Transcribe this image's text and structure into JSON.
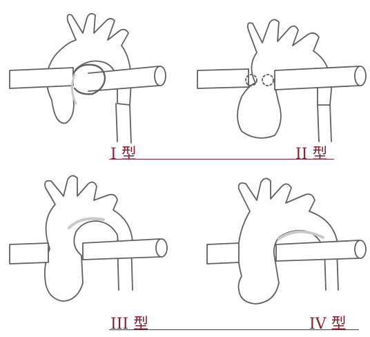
{
  "labels": {
    "type1": "I 型",
    "type2": "II 型",
    "type3": "III 型",
    "type4": "IV 型"
  },
  "colors": {
    "ink": "#5f5f5f",
    "shade": "#c8c8c8",
    "label": "#8b1c2b"
  }
}
